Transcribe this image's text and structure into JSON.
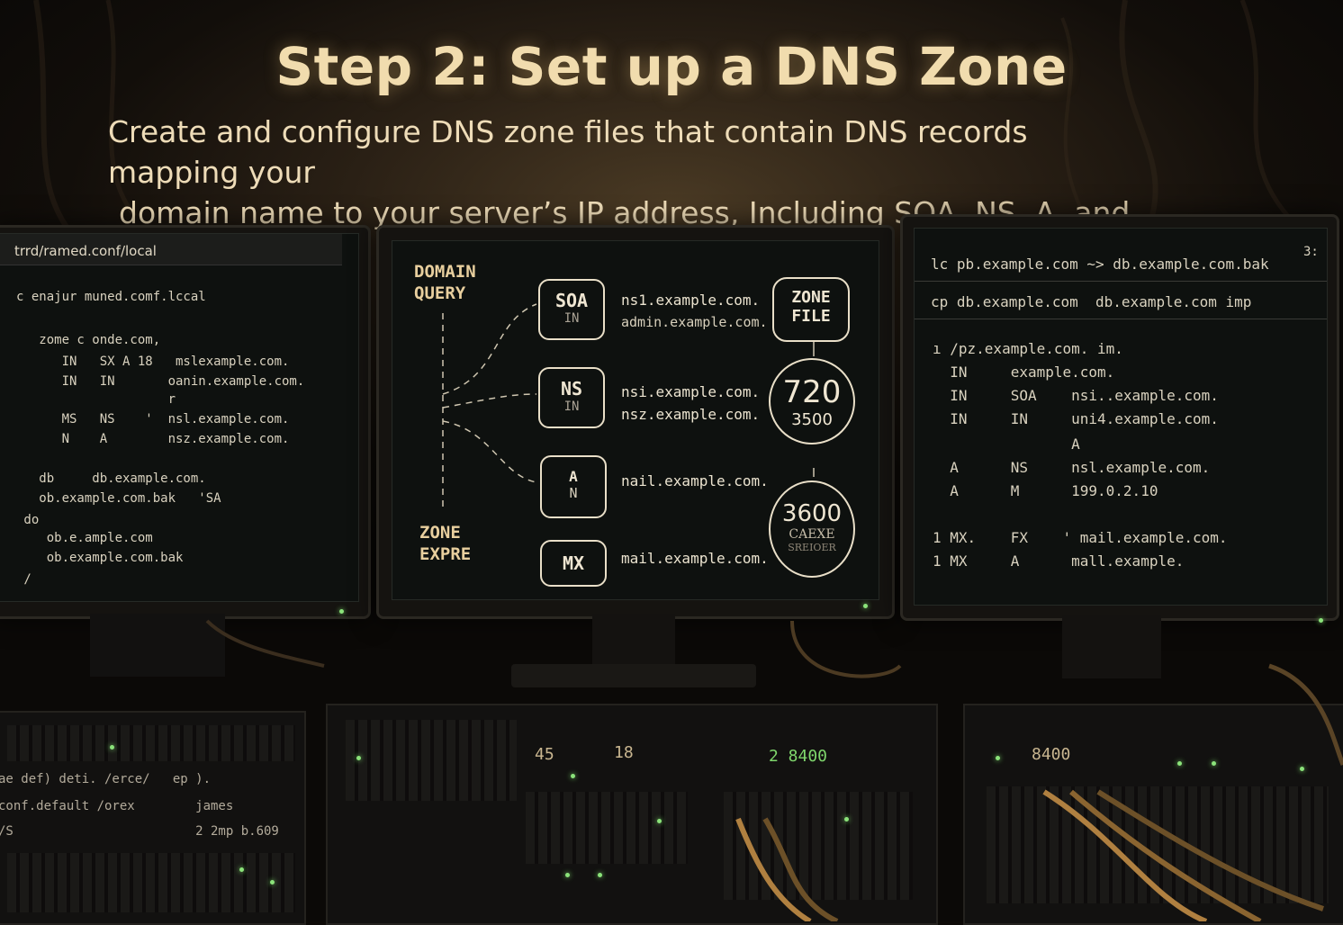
{
  "title": "Step 2: Set up a DNS Zone",
  "subtitle": [
    "Create and configure DNS zone files that contain DNS records mapping your",
    "domain name to your server’s IP address, Including SOA, NS, A, and MX."
  ],
  "left_monitor": {
    "tab": "trrd/ramed.conf/local",
    "lines": [
      "c enajur muned.comf.lccal",
      "   zome c onde.com,",
      "      IN   SX A 18   mslexample.com.",
      "      IN   IN       oanin.example.com.",
      "                    r",
      "      MS   NS    '  nsl.example.com.",
      "      N    A        nsz.example.com.",
      "   db     db.example.com.",
      "   ob.example.com.bak   'SA",
      " do",
      "    ob.e.ample.com",
      "    ob.example.com.bak",
      " /"
    ]
  },
  "center_monitor": {
    "domain_query": [
      "DOMAIN",
      "QUERY"
    ],
    "zone_expre": [
      "ZONE",
      "EXPRE"
    ],
    "records": [
      {
        "type": "SOA",
        "class": "IN",
        "values": [
          "ns1.example.com.",
          "admin.example.com."
        ]
      },
      {
        "type": "NS",
        "class": "IN",
        "values": [
          "nsi.example.com.",
          "nsz.example.com."
        ]
      },
      {
        "type": "A",
        "class": "N",
        "values": [
          "nail.example.com."
        ]
      },
      {
        "type": "MX",
        "class": "",
        "values": [
          "mail.example.com."
        ]
      }
    ],
    "zone_file": [
      "ZONE",
      "FILE"
    ],
    "circle_1": {
      "big": "720",
      "small": "3500"
    },
    "circle_2": {
      "big": "3600",
      "small": "CAEXE",
      "small2": "SREIOER"
    }
  },
  "right_monitor": {
    "corner": "3:",
    "cmd1": "lc pb.example.com ~> db.example.com.bak",
    "cmd2": "cp db.example.com  db.example.com imp",
    "lines": [
      "ı /pz.example.com. im.",
      "  IN     example.com.",
      "  IN     SOA    nsi..example.com.",
      "  IN     IN     uni4.example.com.",
      "                A",
      "  A      NS     nsl.example.com.",
      "  A      M      199.0.2.10",
      "",
      "1 MX.    FX    ' mail.example.com.",
      "1 MX     A      mall.example."
    ]
  },
  "racks": {
    "left": [
      "ae def) deti. /erce/   ep ).",
      "conf.default /orex        james",
      "/S                        2 2mp b.609"
    ],
    "center_readouts": [
      "45",
      "18"
    ],
    "center_right_readout": "2 8400",
    "right_readout": "8400"
  }
}
